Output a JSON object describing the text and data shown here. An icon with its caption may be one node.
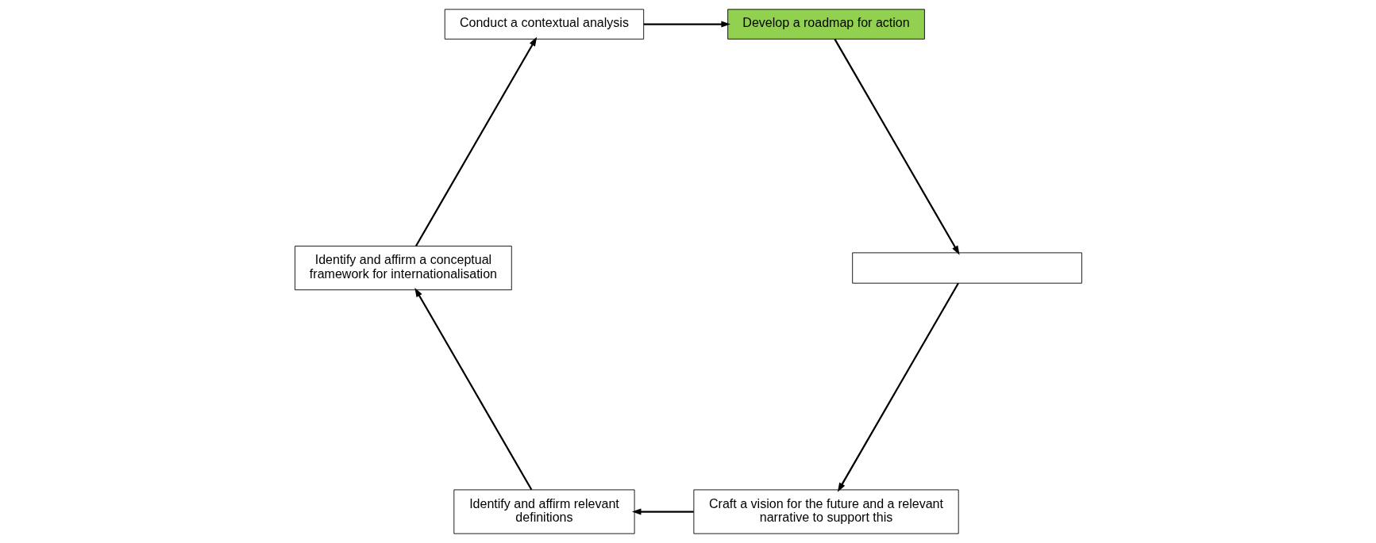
{
  "diagram": {
    "nodes": [
      {
        "text": [
          "Craft a vision for the future and a relevant narrative to support this"
        ]
      },
      {
        "text": [
          "Identify and affirm relevant definitions"
        ]
      },
      {
        "text": [],
        "shape": "box"
      },
      {
        "text": [
          "Identify and affirm a conceptual framework for internationalisation"
        ]
      },
      {
        "text": [
          "Develop a roadmap for action"
        ]
      },
      {
        "text": [
          "Conduct a contextual analysis"
        ]
      }
    ],
    "edges": [
      {
        "from": 0,
        "to": 1,
        "arrow": "to"
      },
      {
        "from": 1,
        "to": 3,
        "arrow": "to"
      },
      {
        "from": 3,
        "to": 5,
        "arrow": "to"
      },
      {
        "from": 5,
        "to": 4,
        "arrow": "to"
      },
      {
        "from": 4,
        "to": 2,
        "arrow": "to"
      },
      {
        "from": 2,
        "to": 0,
        "arrow": "to"
      }
    ]
  }
}
